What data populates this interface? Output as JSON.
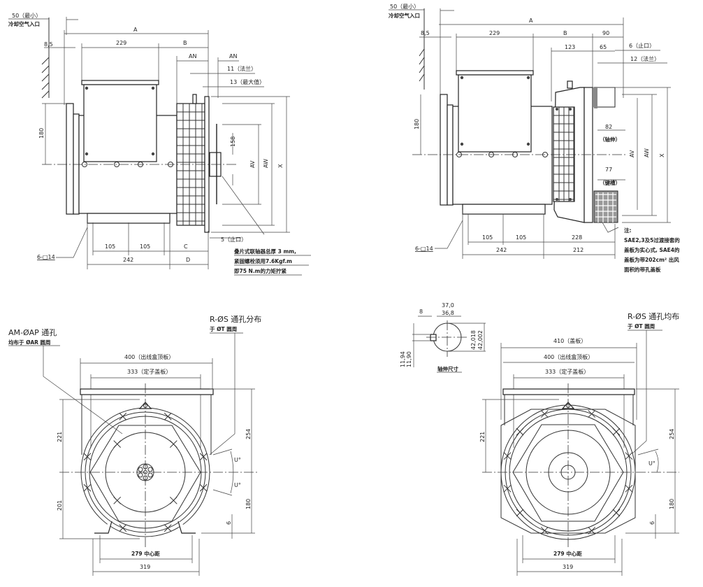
{
  "side_view_left": {
    "air_inlet_min": "50（最小）",
    "air_inlet_label": "冷却空气入口",
    "dim_8_5": "8,5",
    "dim_A": "A",
    "dim_229": "229",
    "dim_B": "B",
    "dim_AN_left": "AN",
    "dim_AN_right": "AN",
    "dim_11_flange": "11（法兰）",
    "dim_13_max": "13（最大值）",
    "dim_180": "180",
    "dim_158": "158",
    "dim_AV": "AV",
    "dim_AW": "AW",
    "dim_X": "X",
    "dim_5_spigot": "5（止口）",
    "dim_105_a": "105",
    "dim_105_b": "105",
    "dim_C": "C",
    "dim_242": "242",
    "dim_D": "D",
    "holes": "6-□14",
    "note_line1": "叠片式联轴器总厚 3 mm,",
    "note_line2": "紧固螺栓须用7.6Kgf.m",
    "note_line3": "即75 N.m的力矩拧紧"
  },
  "side_view_right": {
    "air_inlet_min": "50（最小）",
    "air_inlet_label": "冷却空气入口",
    "dim_8_5": "8,5",
    "dim_A": "A",
    "dim_229": "229",
    "dim_B": "B",
    "dim_90": "90",
    "dim_123": "123",
    "dim_65": "65",
    "dim_6_spigot": "6（止口）",
    "dim_12_flange": "12（法兰）",
    "dim_180": "180",
    "dim_82": "82",
    "shaft_label": "（轴伸）",
    "dim_77": "77",
    "keyway_label": "（键槽）",
    "dim_AV": "AV",
    "dim_AW": "AW",
    "dim_X": "X",
    "dim_105_a": "105",
    "dim_105_b": "105",
    "dim_228": "228",
    "dim_242": "242",
    "dim_212": "212",
    "holes": "6-□14",
    "note_title": "注:",
    "note_line1": "SAE2,3及5过渡接套的",
    "note_line2": "盖板为实心式, SAE4的",
    "note_line3": "盖板为带202cm² 出风",
    "note_line4": "面积的带孔盖板"
  },
  "end_view_left": {
    "am_label_1": "AM-ØAP 通孔",
    "am_label_2": "均布于 ØAR 圆周",
    "r_label_1": "R-ØS 通孔分布",
    "r_label_2": "于 ØT 圆周",
    "dim_400": "400（出线盒顶板）",
    "dim_333": "333（定子盖板）",
    "dim_221": "221",
    "dim_201": "201",
    "dim_254": "254",
    "dim_180": "180",
    "dim_6": "6",
    "angle_u1": "U°",
    "angle_u2": "U°",
    "dim_279": "279  中心距",
    "dim_319": "319"
  },
  "end_view_right": {
    "shaft_dim_37": "37,0",
    "shaft_dim_36": "36,8",
    "shaft_dim_8": "8",
    "shaft_dim_42a": "42,018",
    "shaft_dim_42b": "42,002",
    "shaft_dim_11a": "11,94",
    "shaft_dim_11b": "11,90",
    "shaft_title": "轴伸尺寸",
    "r_label_1": "R-ØS 通孔均布",
    "r_label_2": "于 ØT 圆周",
    "dim_410": "410（盖板）",
    "dim_400": "400（出线盒顶板）",
    "dim_333": "333（定子盖板）",
    "dim_221": "221",
    "dim_254": "254",
    "dim_180": "180",
    "dim_6": "6",
    "angle_u": "U°",
    "dim_279": "279  中心距",
    "dim_319": "319"
  }
}
